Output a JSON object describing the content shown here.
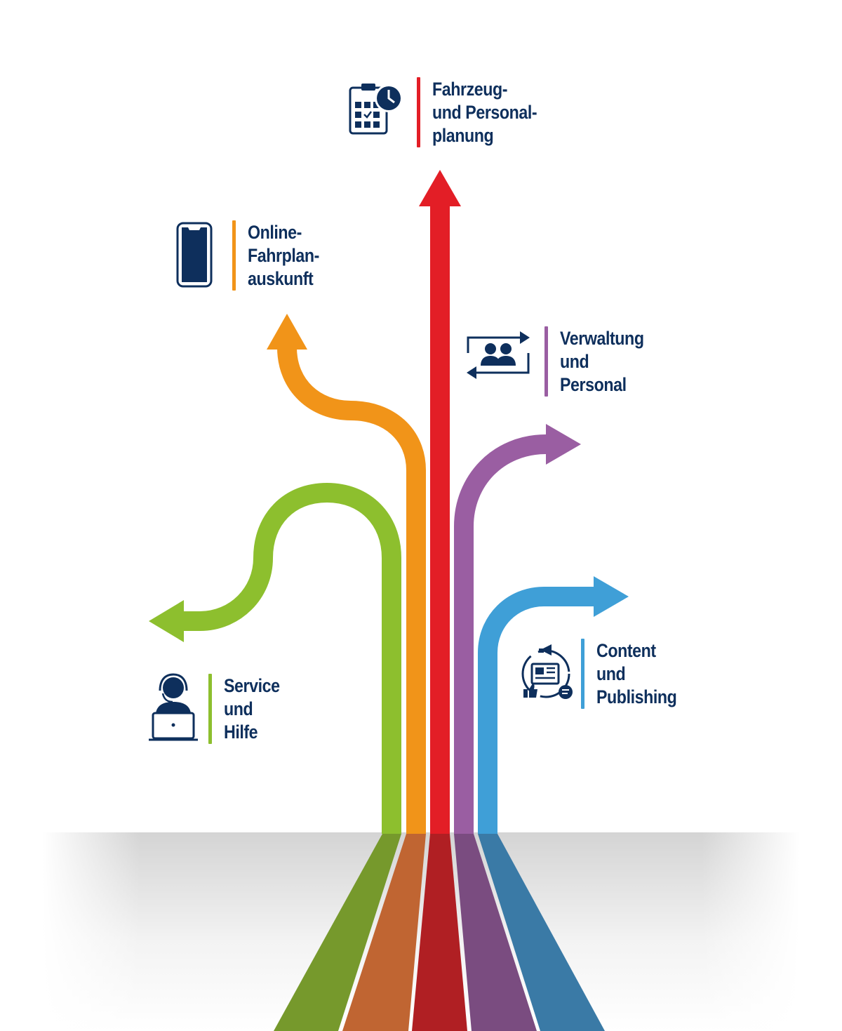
{
  "colors": {
    "green": "#8dbf2e",
    "orange": "#f19419",
    "red": "#e31e26",
    "purple": "#9a5ea2",
    "blue": "#3f9fd7",
    "navy": "#0e2f5c"
  },
  "branches": [
    {
      "id": "fahrzeug",
      "color": "red",
      "icon": "clipboard-clock-icon",
      "lines": [
        "Fahrzeug-",
        "und Personal-",
        "planung"
      ]
    },
    {
      "id": "online",
      "color": "orange",
      "icon": "smartphone-icon",
      "lines": [
        "Online-",
        "Fahrplan-",
        "auskunft"
      ]
    },
    {
      "id": "verwaltung",
      "color": "purple",
      "icon": "people-exchange-icon",
      "lines": [
        "Verwaltung",
        "und",
        "Personal"
      ]
    },
    {
      "id": "content",
      "color": "blue",
      "icon": "content-publishing-icon",
      "lines": [
        "Content",
        "und",
        "Publishing"
      ]
    },
    {
      "id": "service",
      "color": "green",
      "icon": "support-agent-icon",
      "lines": [
        "Service",
        "und",
        "Hilfe"
      ]
    }
  ]
}
